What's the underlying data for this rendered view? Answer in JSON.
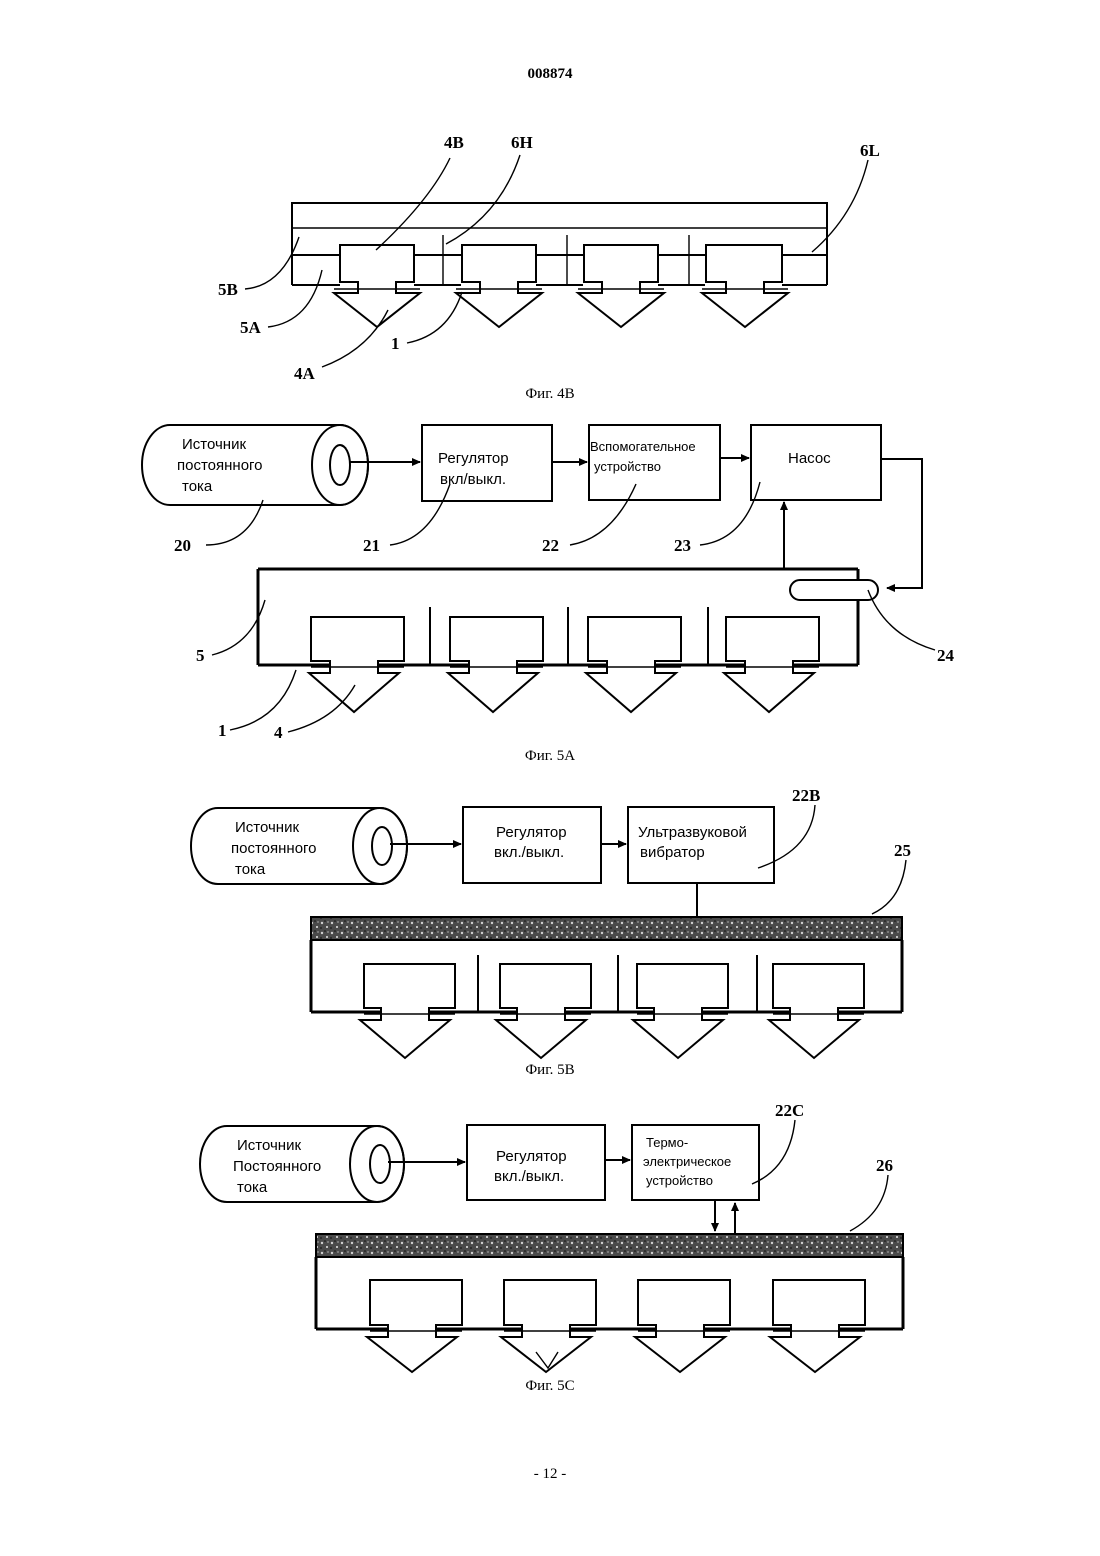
{
  "header": {
    "document_number": "008874"
  },
  "footer": {
    "page_label": "- 12 -"
  },
  "fig4b": {
    "caption": "Фиг. 4В",
    "refs": {
      "r4B": "4В",
      "r6H": "6Н",
      "r6L": "6L",
      "r5B": "5В",
      "r5A": "5А",
      "r1": "1",
      "r4A": "4А"
    }
  },
  "fig5a": {
    "caption": "Фиг. 5А",
    "source": {
      "line1": "Источник",
      "line2": "постоянного",
      "line3": "тока"
    },
    "regulator": {
      "line1": "Регулятор",
      "line2": "вкл/выкл."
    },
    "auxiliary": {
      "line1": "Вспомогательное",
      "line2": "устройство"
    },
    "pump": {
      "label": "Насос"
    },
    "refs": {
      "r20": "20",
      "r21": "21",
      "r22": "22",
      "r23": "23",
      "r24": "24",
      "r5": "5",
      "r1": "1",
      "r4": "4"
    }
  },
  "fig5b": {
    "caption": "Фиг. 5В",
    "source": {
      "line1": "Источник",
      "line2": "постоянного",
      "line3": "тока"
    },
    "regulator": {
      "line1": "Регулятор",
      "line2": "вкл./выкл."
    },
    "vibrator": {
      "line1": "Ультразвуковой",
      "line2": "вибратор"
    },
    "refs": {
      "r22B": "22В",
      "r25": "25"
    }
  },
  "fig5c": {
    "caption": "Фиг. 5С",
    "source": {
      "line1": "Источник",
      "line2": "Постоянного",
      "line3": "тока"
    },
    "regulator": {
      "line1": "Регулятор",
      "line2": "вкл./выкл."
    },
    "thermo": {
      "line1": "Термо-",
      "line2": "электрическое",
      "line3": "устройство"
    },
    "refs": {
      "r22C": "22С",
      "r26": "26"
    }
  }
}
